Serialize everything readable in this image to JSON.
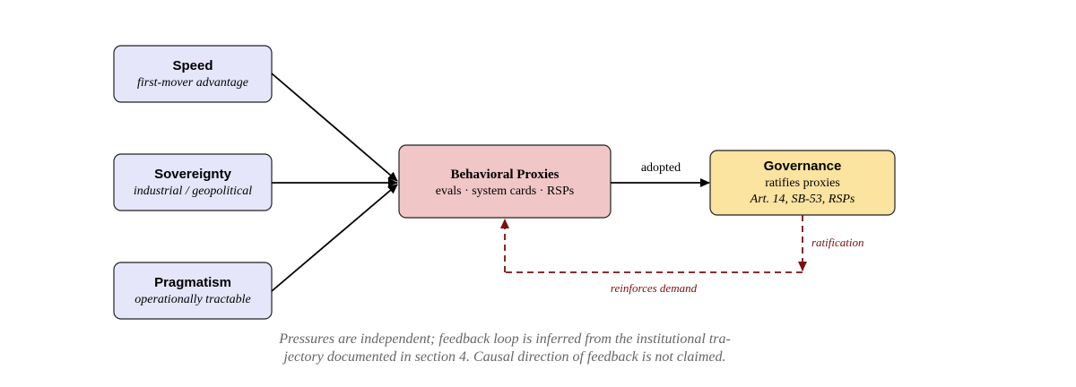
{
  "colors": {
    "pressure_fill": "#e6e6fa",
    "proxy_fill": "#f0c6c6",
    "governance_fill": "#fbe3a0",
    "loop_color": "#7a1010",
    "caption_color": "#666666"
  },
  "pressures": [
    {
      "title": "Speed",
      "subtitle": "first-mover advantage"
    },
    {
      "title": "Sovereignty",
      "subtitle": "industrial / geopolitical"
    },
    {
      "title": "Pragmatism",
      "subtitle": "operationally tractable"
    }
  ],
  "proxies": {
    "title": "Behavioral Proxies",
    "subtitle": "evals · system cards · RSPs"
  },
  "governance": {
    "title": "Governance",
    "line1": "ratifies proxies",
    "line2": "Art. 14, SB-53, RSPs"
  },
  "edges": {
    "adopted": "adopted",
    "ratification": "ratification",
    "reinforces": "reinforces demand"
  },
  "caption": {
    "line1": "Pressures are independent; feedback loop is inferred from the institutional tra-",
    "line2": "jectory documented in section 4.  Causal direction of feedback is not claimed."
  }
}
